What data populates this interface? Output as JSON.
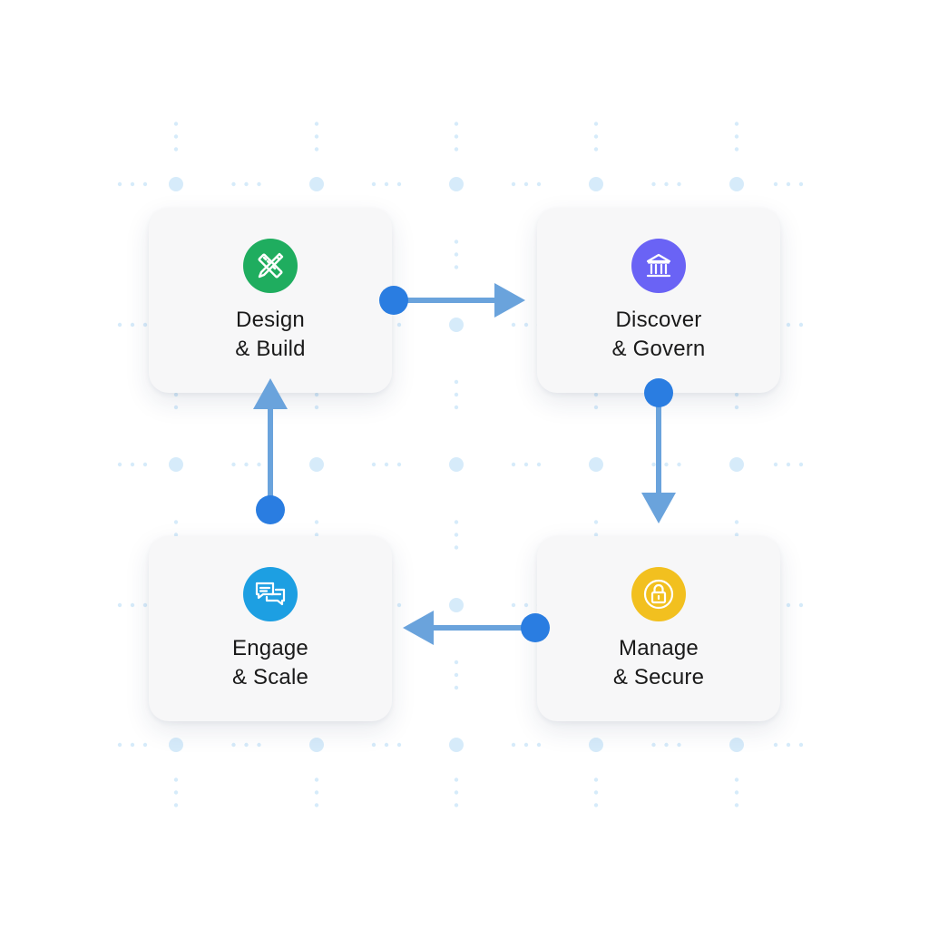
{
  "steps": [
    {
      "line1": "Design",
      "line2": "& Build",
      "icon": "pencil-ruler-icon",
      "color": "#1fad5f"
    },
    {
      "line1": "Discover",
      "line2": "& Govern",
      "icon": "building-columns-icon",
      "color": "#6a63f5"
    },
    {
      "line1": "Engage",
      "line2": "& Scale",
      "icon": "chat-bubbles-icon",
      "color": "#1d9fe2"
    },
    {
      "line1": "Manage",
      "line2": "& Secure",
      "icon": "lock-icon",
      "color": "#f2c01f"
    }
  ],
  "colors": {
    "arrow": "#6aa3dc",
    "node": "#2a7de1",
    "grid": "#d6ebfa",
    "card": "#f7f7f8",
    "text": "#1a1a1a"
  }
}
